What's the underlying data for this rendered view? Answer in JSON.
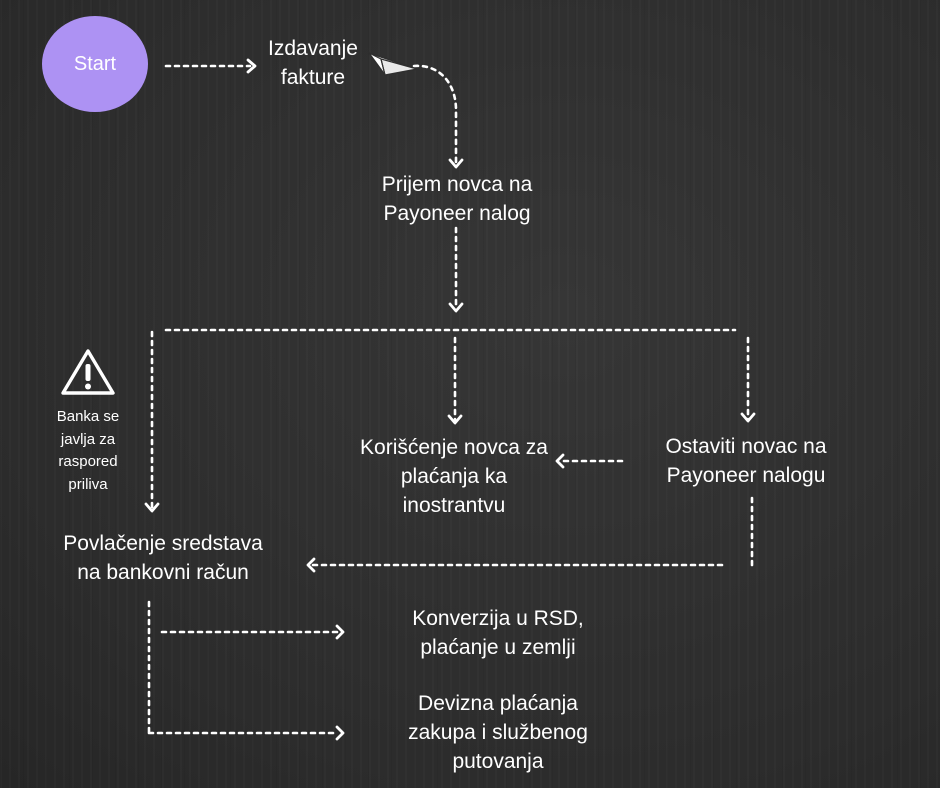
{
  "start": {
    "label": "Start"
  },
  "nodes": {
    "izdavanje": "Izdavanje\nfakture",
    "prijem": "Prijem novca na\nPayoneer nalog",
    "koriscenje": "Korišćenje novca za\nplaćanja ka\ninostrantvu",
    "ostaviti": "Ostaviti novac na\nPayoneer nalogu",
    "povlacenje": "Povlačenje sredstava\nna bankovni račun",
    "konverzija": "Konverzija u RSD,\nplaćanje u zemlji",
    "devizna": "Devizna plaćanja\nzakupa i službenog\nputovanja"
  },
  "note": {
    "text": "Banka se\njavlja za\nraspored\npriliva"
  },
  "icons": {
    "warning": "warning-icon",
    "plane": "paper-plane-icon"
  },
  "colors": {
    "start_fill": "#ad92f3",
    "line": "#ffffff",
    "background": "#2f2f2f"
  }
}
